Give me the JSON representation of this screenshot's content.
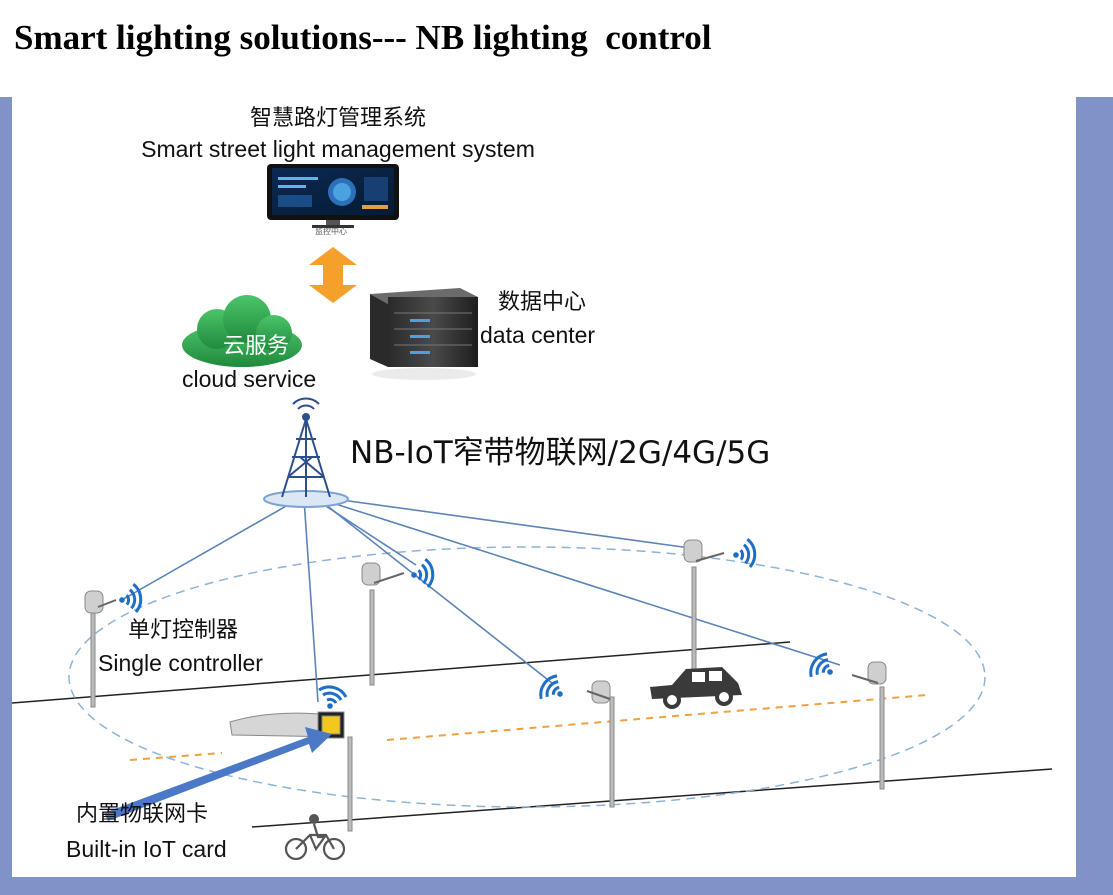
{
  "title": "Smart lighting solutions--- NB lighting  control",
  "system": {
    "zh": "智慧路灯管理系统",
    "en": "Smart street light management system",
    "screen_caption": "监控中心"
  },
  "data_center": {
    "zh": "数据中心",
    "en": "data center"
  },
  "cloud": {
    "zh": "云服务",
    "en": "cloud service"
  },
  "network": {
    "label": "NB-IoT窄带物联网/2G/4G/5G"
  },
  "controller": {
    "zh": "单灯控制器",
    "en": "Single controller"
  },
  "iot_card": {
    "zh": "内置物联网卡",
    "en": "Built-in IoT card"
  },
  "colors": {
    "frame": "#7f93c8",
    "link": "#5b84b8",
    "arrow_orange": "#f5a02a",
    "cloud_green": "#2e9e4a",
    "signal_blue": "#1f6fc7"
  }
}
